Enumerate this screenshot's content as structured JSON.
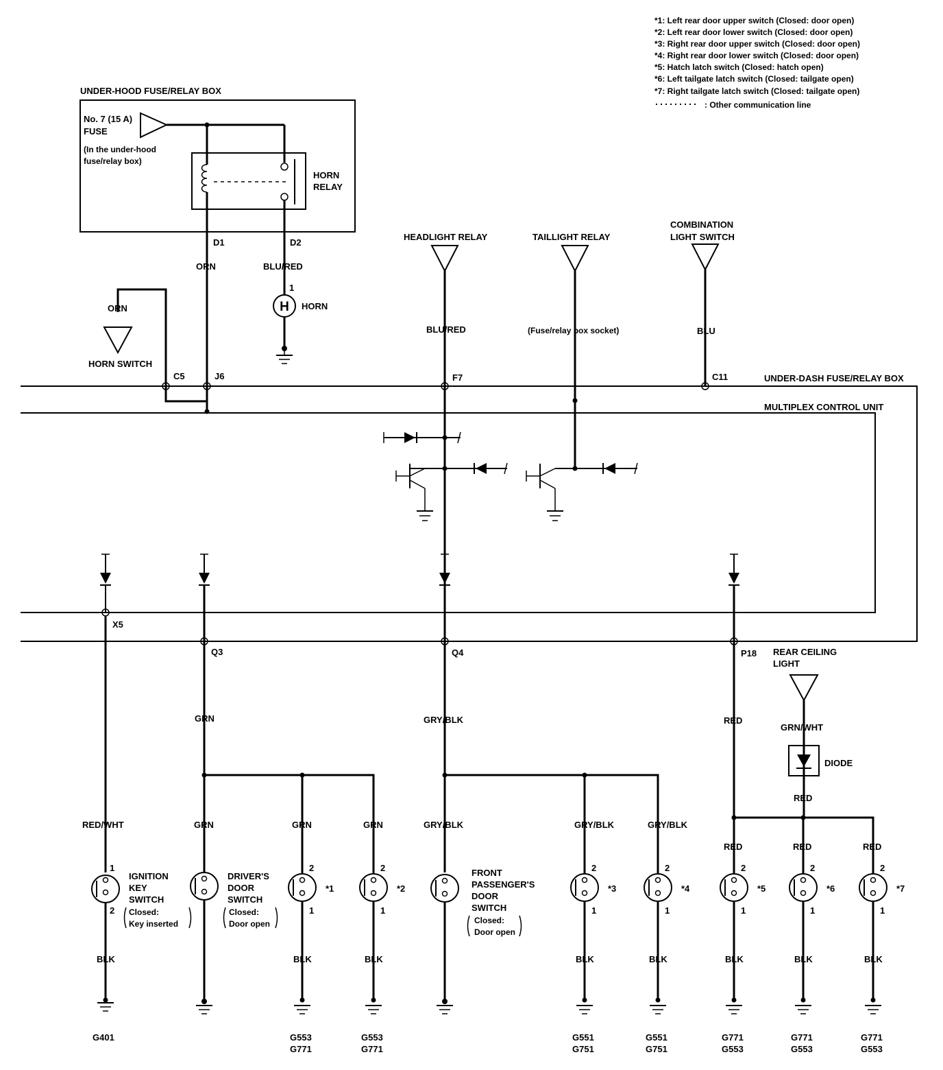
{
  "legend": [
    "*1: Left rear door upper switch (Closed: door open)",
    "*2: Left rear door lower switch (Closed: door open)",
    "*3: Right rear door upper switch (Closed: door open)",
    "*4: Right rear door lower switch (Closed: door open)",
    "*5: Hatch latch switch (Closed: hatch open)",
    "*6: Left tailgate latch switch (Closed: tailgate open)",
    "*7: Right tailgate latch switch (Closed: tailgate open)"
  ],
  "legend_dotted": ": Other communication line",
  "underhood": {
    "box_title": "UNDER-HOOD FUSE/RELAY BOX",
    "fuse_line1": "No. 7 (15 A)",
    "fuse_line2": "FUSE",
    "fuse_note1": "(In the under-hood",
    "fuse_note2": "fuse/relay box)",
    "relay_line1": "HORN",
    "relay_line2": "RELAY",
    "d1": "D1",
    "d2": "D2",
    "orn": "ORN",
    "blu_red": "BLU/RED",
    "horn_pin": "1",
    "horn_symbol": "H",
    "horn_label": "HORN"
  },
  "horn_switch": {
    "wire": "ORN",
    "label": "HORN SWITCH"
  },
  "relays": {
    "headlight": "HEADLIGHT RELAY",
    "headlight_wire": "BLU/RED",
    "taillight": "TAILLIGHT RELAY",
    "taillight_note": "(Fuse/relay box socket)",
    "combo_line1": "COMBINATION",
    "combo_line2": "LIGHT SWITCH",
    "combo_wire": "BLU"
  },
  "connectors": {
    "c5": "C5",
    "j6": "J6",
    "f7": "F7",
    "c11": "C11",
    "x5": "X5",
    "q3": "Q3",
    "q4": "Q4",
    "p18": "P18"
  },
  "boxes": {
    "underdash": "UNDER-DASH FUSE/RELAY BOX",
    "multiplex": "MULTIPLEX CONTROL UNIT"
  },
  "rear_light": {
    "line1": "REAR CEILING",
    "line2": "LIGHT",
    "wire": "GRN/WHT",
    "diode": "DIODE",
    "wire_out": "RED"
  },
  "trunk_wires": {
    "q3": "GRN",
    "q4": "GRY/BLK",
    "p18": "RED"
  },
  "switches": {
    "ign": {
      "wire": "RED/WHT",
      "pin_top": "1",
      "pin_bot": "2",
      "l1": "IGNITION",
      "l2": "KEY",
      "l3": "SWITCH",
      "l4": "Closed:",
      "l5": "Key inserted",
      "gnd_wire": "BLK",
      "gnd": "G401"
    },
    "drv": {
      "wire": "GRN",
      "l1": "DRIVER'S",
      "l2": "DOOR",
      "l3": "SWITCH",
      "l4": "Closed:",
      "l5": "Door open"
    },
    "s1": {
      "wire": "GRN",
      "pin_top": "2",
      "pin_bot": "1",
      "star": "*1",
      "gnd_wire": "BLK",
      "g1": "G553",
      "g2": "G771"
    },
    "s2": {
      "wire": "GRN",
      "pin_top": "2",
      "pin_bot": "1",
      "star": "*2",
      "gnd_wire": "BLK",
      "g1": "G553",
      "g2": "G771"
    },
    "fp": {
      "wire": "GRY/BLK",
      "l1": "FRONT",
      "l2": "PASSENGER'S",
      "l3": "DOOR",
      "l4": "SWITCH",
      "l5": "Closed:",
      "l6": "Door open"
    },
    "s3": {
      "wire": "GRY/BLK",
      "pin_top": "2",
      "pin_bot": "1",
      "star": "*3",
      "gnd_wire": "BLK",
      "g1": "G551",
      "g2": "G751"
    },
    "s4": {
      "wire": "GRY/BLK",
      "pin_top": "2",
      "pin_bot": "1",
      "star": "*4",
      "gnd_wire": "BLK",
      "g1": "G551",
      "g2": "G751"
    },
    "s5": {
      "wire": "RED",
      "pin_top": "2",
      "pin_bot": "1",
      "star": "*5",
      "gnd_wire": "BLK",
      "g1": "G771",
      "g2": "G553"
    },
    "s6": {
      "wire": "RED",
      "pin_top": "2",
      "pin_bot": "1",
      "star": "*6",
      "gnd_wire": "BLK",
      "g1": "G771",
      "g2": "G553"
    },
    "s7": {
      "wire": "RED",
      "pin_top": "2",
      "pin_bot": "1",
      "star": "*7",
      "gnd_wire": "BLK",
      "g1": "G771",
      "g2": "G553"
    }
  }
}
